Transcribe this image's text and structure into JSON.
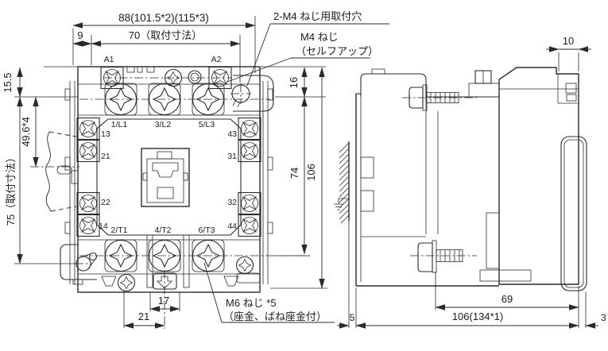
{
  "colors": {
    "line": "#2a2a2a",
    "background": "#ffffff"
  },
  "front": {
    "dim_width_overall": "88(101.5*2)(115*3)",
    "dim_width_offset": "9",
    "dim_width_mounting": "70（取付寸法）",
    "dim_h_top": "15.5",
    "dim_h_pitch": "49.6*4",
    "dim_h_mounting": "75（取付寸法）",
    "dim_r16": "16",
    "dim_r74": "74",
    "dim_r106": "106",
    "dim_b17": "17",
    "dim_b21": "21",
    "label_mount_hole": "2-M4 ねじ用取付穴",
    "label_m4_line1": "M4 ねじ",
    "label_m4_line2": "（セルフアップ）",
    "label_m6_line1": "M6 ねじ *5",
    "label_m6_line2": "（座金、ばね座金付）",
    "coil_a1": "A1",
    "coil_a2": "A2",
    "main_top": [
      "1/L1",
      "3/L2",
      "5/L3"
    ],
    "main_bottom": [
      "2/T1",
      "4/T2",
      "6/T3"
    ],
    "aux_left": [
      "13",
      "21",
      "22",
      "14"
    ],
    "aux_right": [
      "43",
      "31",
      "32",
      "44"
    ]
  },
  "side": {
    "dim_top10": "10",
    "dim_depth69": "69",
    "dim_depth106": "106(134*1)",
    "dim_gap5": "5",
    "dim_front3": "3"
  }
}
